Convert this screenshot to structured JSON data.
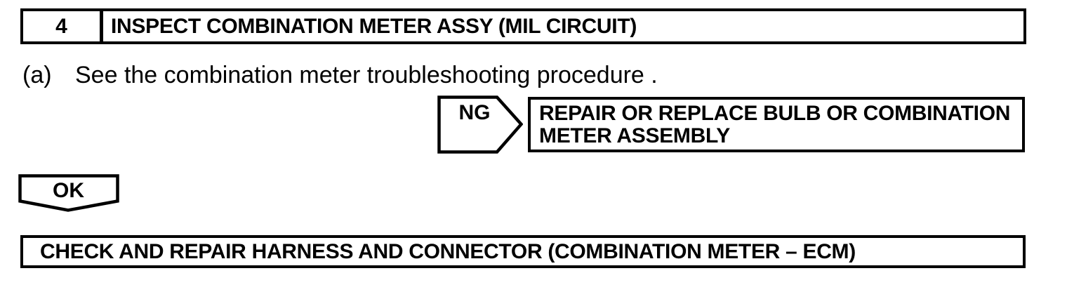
{
  "page": {
    "background_color": "#ffffff",
    "ink_color": "#000000"
  },
  "flowchart": {
    "step_header": {
      "number": "4",
      "title": "INSPECT COMBINATION METER ASSY (MIL CIRCUIT)"
    },
    "instruction": {
      "label": "(a)",
      "text": "See the combination meter troubleshooting procedure ."
    },
    "ng_branch": {
      "connector_label": "NG",
      "action_line_1": "REPAIR OR REPLACE BULB OR COMBINATION",
      "action_line_2": "METER ASSEMBLY"
    },
    "ok_branch": {
      "connector_label": "OK",
      "action_text": "CHECK AND REPAIR HARNESS AND CONNECTOR (COMBINATION METER – ECM)"
    }
  }
}
